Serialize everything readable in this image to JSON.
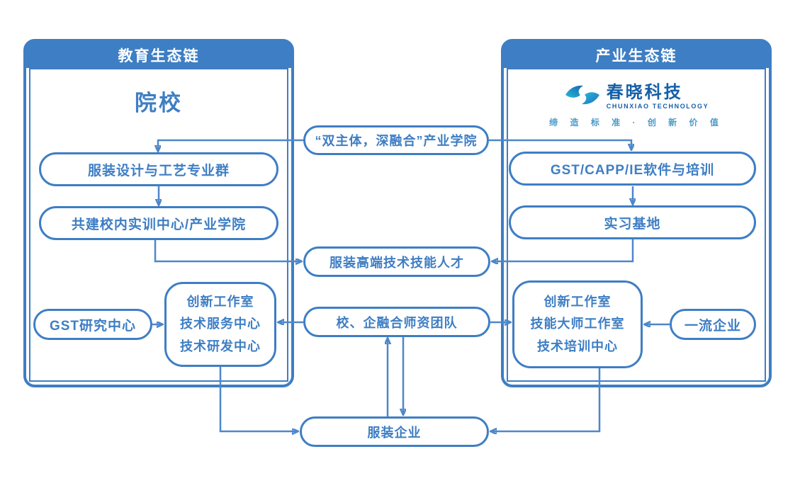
{
  "colors": {
    "primary_blue": "#3e7ec4",
    "arrow_blue": "#4e87c9",
    "header_text": "#ffffff",
    "logo_dark_blue": "#155fa8",
    "logo_light_blue": "#4a9ac8",
    "logo_gradient_teal": "#29b8d8"
  },
  "left_panel": {
    "header": "教育生态链",
    "title": "院校",
    "box_design": "服装设计与工艺专业群",
    "box_training": "共建校内实训中心/产业学院",
    "box_gst": "GST研究中心",
    "box_centers": [
      "创新工作室",
      "技术服务中心",
      "技术研发中心"
    ]
  },
  "middle": {
    "box_college": "“双主体，深融合”产业学院",
    "box_talent": "服装高端技术技能人才",
    "box_team": "校、企融合师资团队",
    "box_company": "服装企业"
  },
  "right_panel": {
    "header": "产业生态链",
    "logo": {
      "name": "春晓科技",
      "name_en": "CHUNXIAO TECHNOLOGY",
      "tagline": "缔 造 标 准 · 创 新 价 值"
    },
    "box_software": "GST/CAPP/IE软件与培训",
    "box_base": "实习基地",
    "box_centers": [
      "创新工作室",
      "技能大师工作室",
      "技术培训中心"
    ],
    "box_enterprise": "一流企业"
  }
}
